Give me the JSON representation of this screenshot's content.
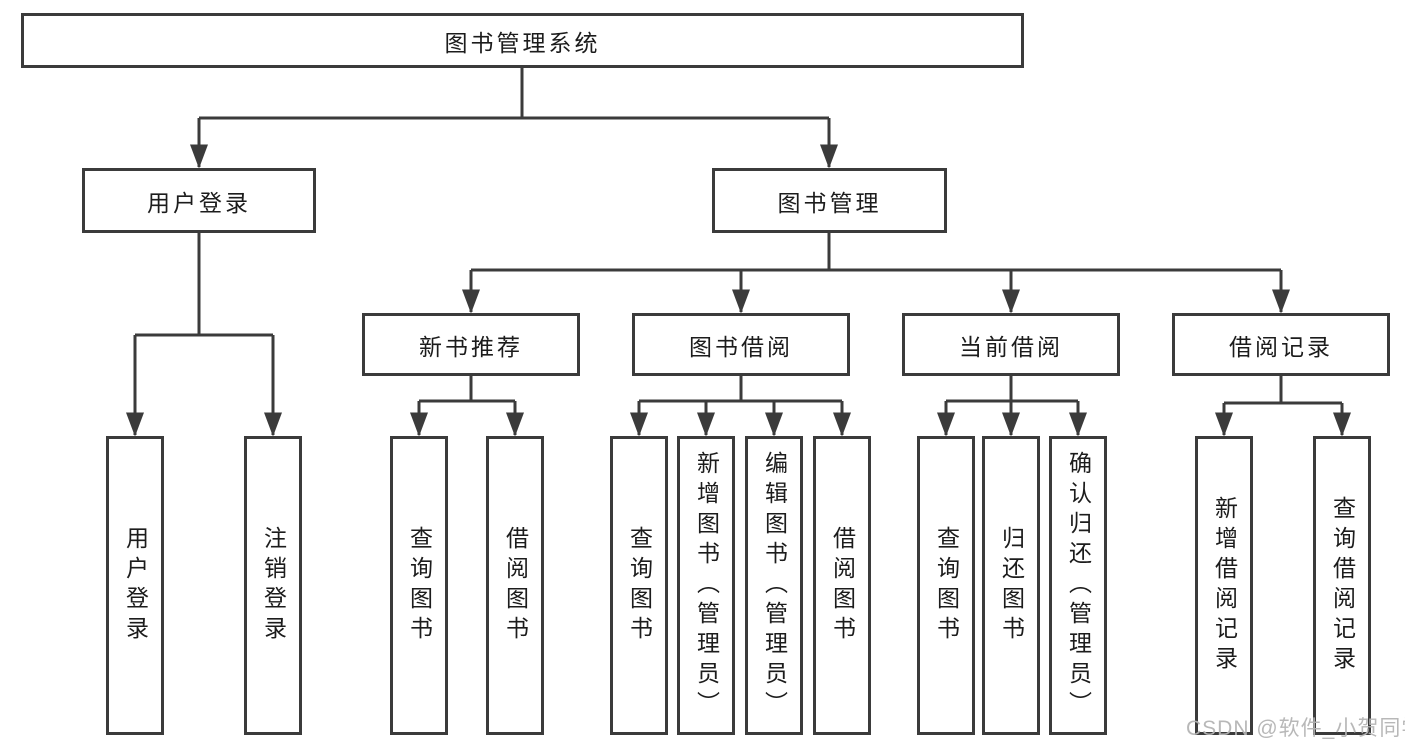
{
  "diagram": {
    "root": "图书管理系统",
    "level2": {
      "user_login": "用户登录",
      "book_mgmt": "图书管理"
    },
    "level3": {
      "new_book": "新书推荐",
      "book_borrow": "图书借阅",
      "current_borrow": "当前借阅",
      "borrow_record": "借阅记录"
    },
    "leaves": {
      "login": [
        "用户登录",
        "注销登录"
      ],
      "new_book": [
        "查询图书",
        "借阅图书"
      ],
      "book_borrow": [
        "查询图书",
        "新增图书（管理员）",
        "编辑图书（管理员）",
        "借阅图书"
      ],
      "current_borrow": [
        "查询图书",
        "归还图书",
        "确认归还（管理员）"
      ],
      "borrow_record": [
        "新增借阅记录",
        "查询借阅记录"
      ]
    }
  },
  "watermark": "CSDN @软件_小贺同学",
  "colors": {
    "line": "#3b3b3b",
    "text": "#1c1c1c",
    "watermark": "#b5b5b5",
    "background": "#ffffff"
  }
}
